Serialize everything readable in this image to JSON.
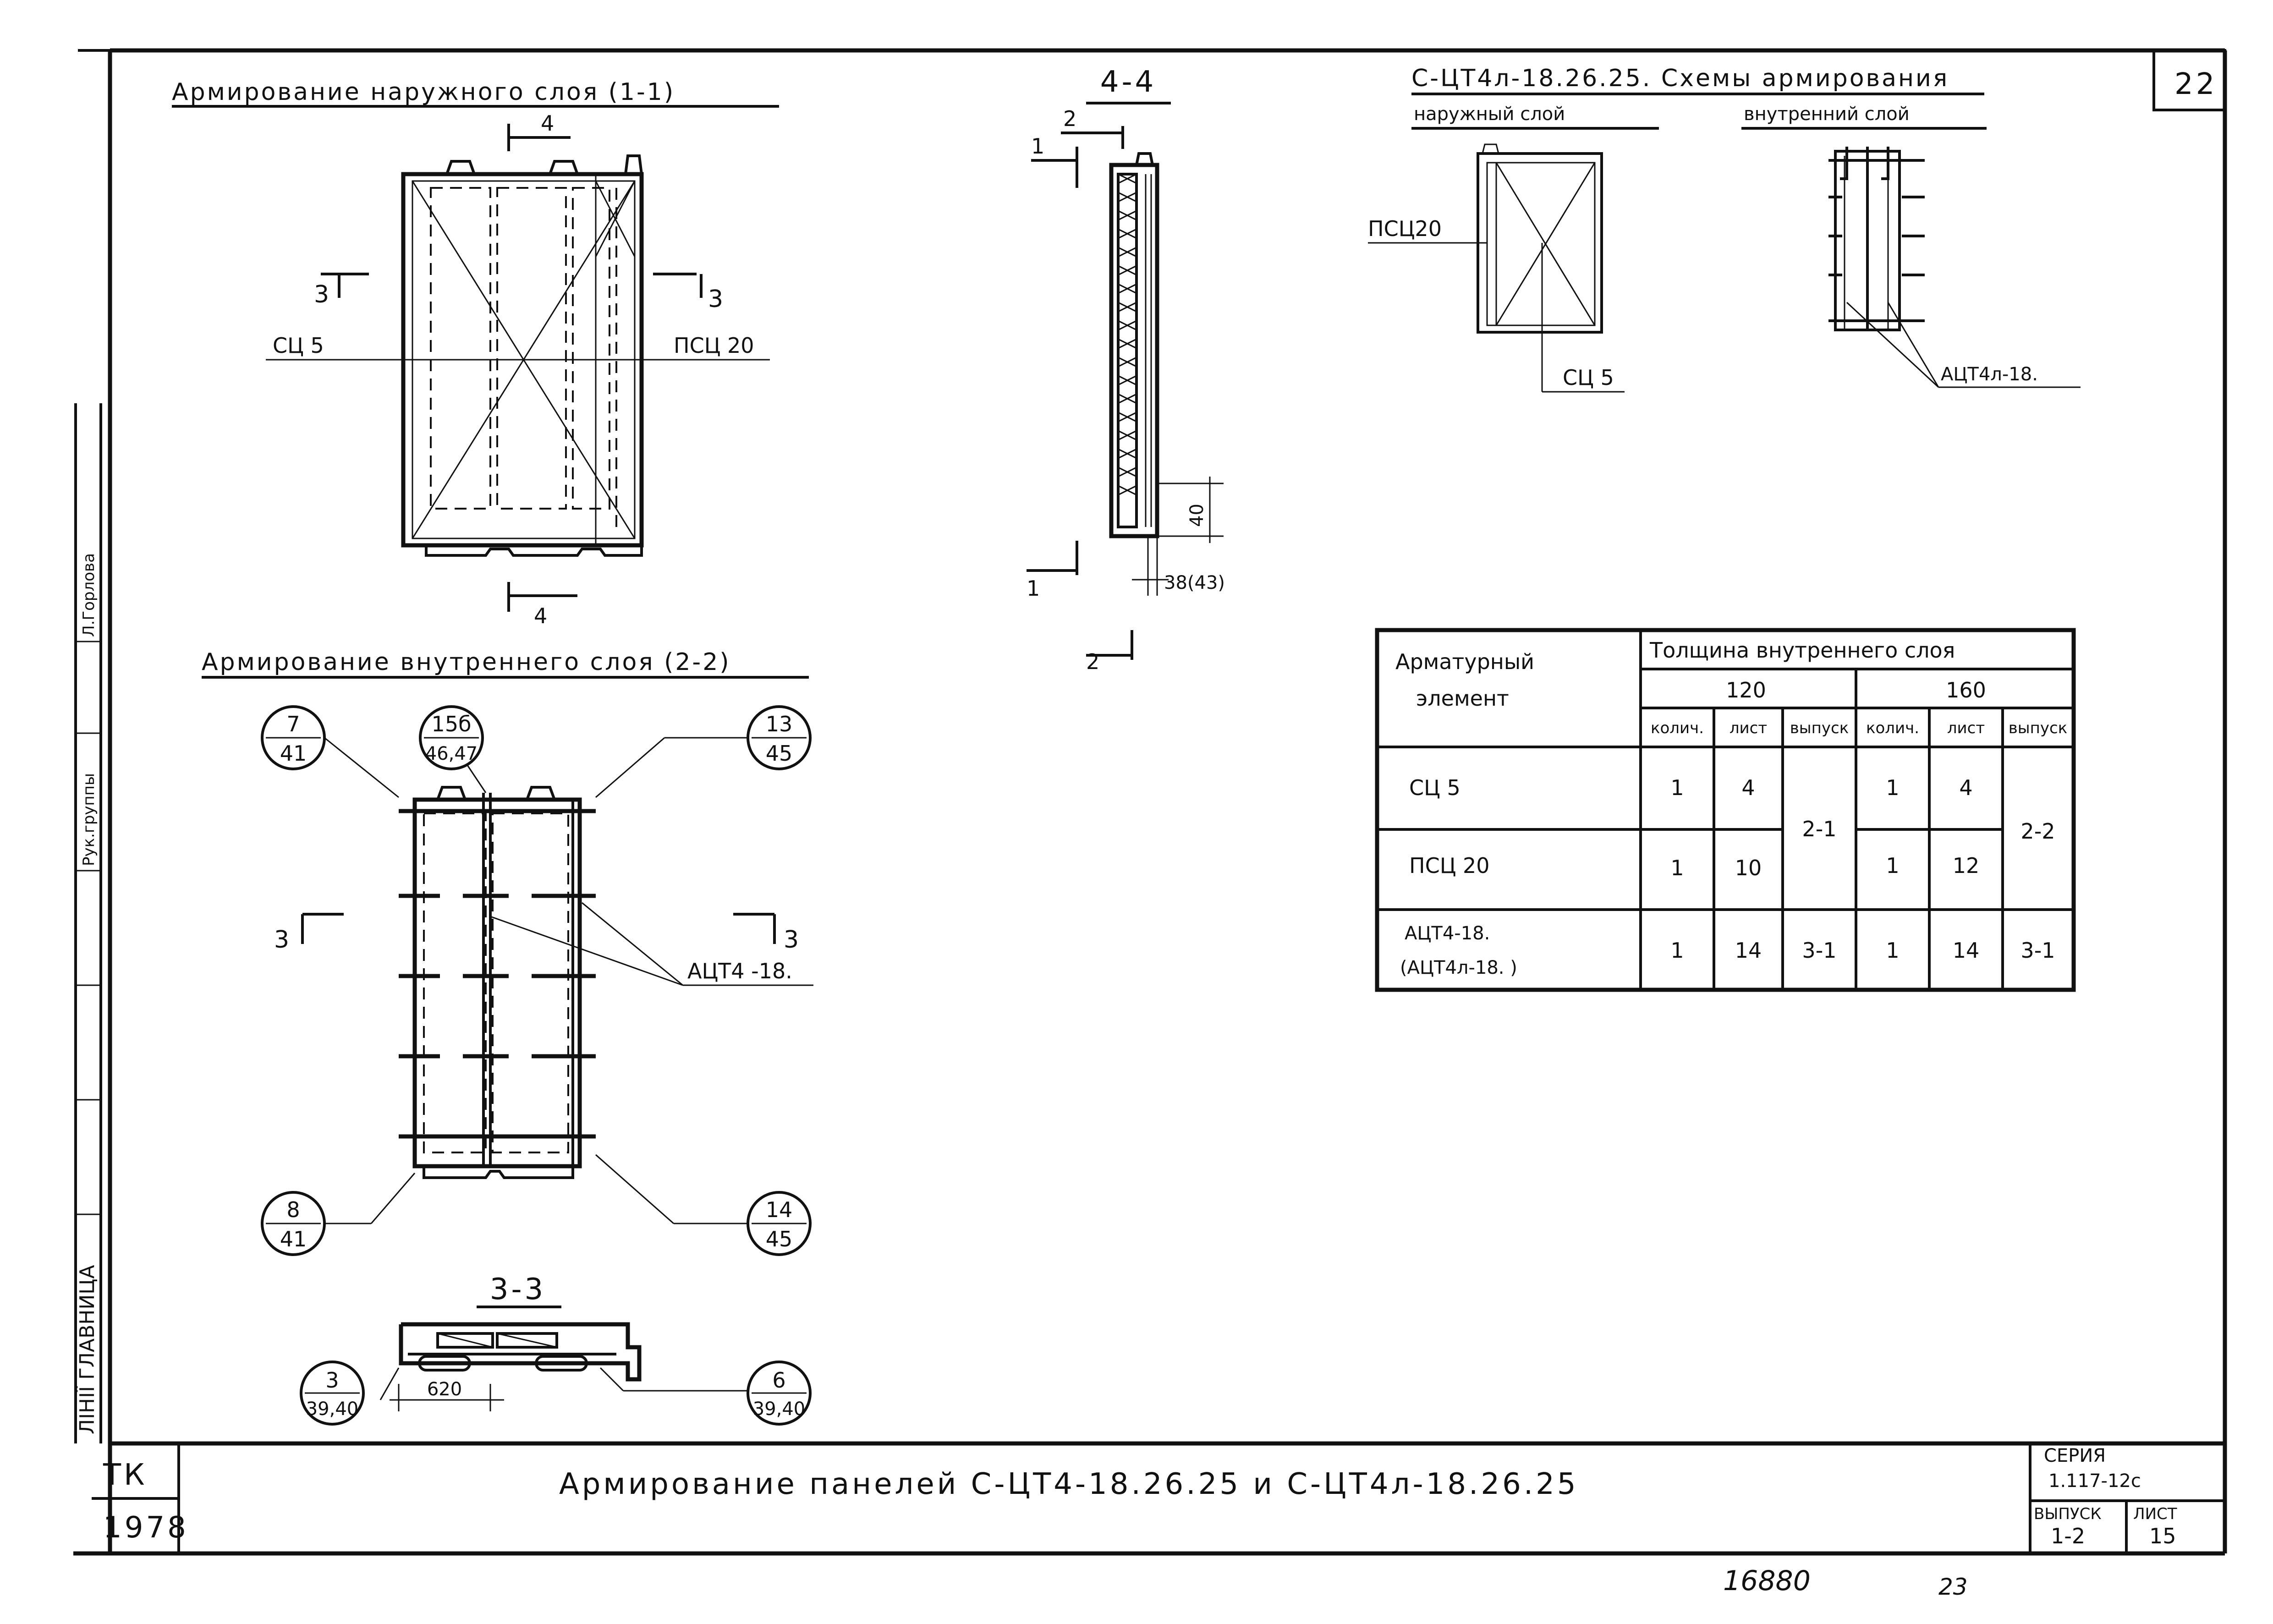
{
  "sheet": {
    "number_top": "22",
    "stamp_code": "ТК",
    "stamp_year": "1978",
    "main_title": "Армирование панелей  С-ЦТ4-18.26.25 и С-ЦТ4л-18.26.25",
    "series_label": "СЕРИЯ",
    "series_value": "1.117-12с",
    "issue_label": "ВЫПУСК",
    "issue_value": "1-2",
    "sheet_label": "ЛИСТ",
    "sheet_value": "15",
    "handwritten_number": "16880",
    "handwritten_small": "23",
    "side_name": "Л.Горлова",
    "side_role": "Рук.группы"
  },
  "view_outer": {
    "title": "Армирование наружного слоя (1-1)",
    "left_label": "СЦ 5",
    "right_label": "ПСЦ 20",
    "cut_top": "4",
    "cut_bottom": "4",
    "cut_left": "3",
    "cut_right": "3"
  },
  "view_inner": {
    "title": "Армирование внутреннего слоя (2-2)",
    "leader_label": "АЦТ4 -18.",
    "cut_left": "3",
    "cut_right": "3",
    "callouts": [
      {
        "id": "7-41",
        "top": "7",
        "bottom": "41"
      },
      {
        "id": "15б-46,47",
        "top": "15б",
        "bottom": "46,47"
      },
      {
        "id": "13-45",
        "top": "13",
        "bottom": "45"
      },
      {
        "id": "8-41",
        "top": "8",
        "bottom": "41"
      },
      {
        "id": "14-45",
        "top": "14",
        "bottom": "45"
      },
      {
        "id": "3-39,40",
        "top": "3",
        "bottom": "39,40"
      },
      {
        "id": "6-39,40",
        "top": "6",
        "bottom": "39,40"
      }
    ]
  },
  "section_44": {
    "title": "4-4",
    "mark_2_top": "2",
    "mark_1_top": "1",
    "mark_1_bottom": "1",
    "mark_2_bottom": "2",
    "dim_40": "40",
    "dim_38": "38(43)"
  },
  "section_33": {
    "title": "3-3",
    "dim_620": "620"
  },
  "schemes": {
    "title": "С-ЦТ4л-18.26.25. Схемы армирования",
    "outer_sub": "наружный  слой",
    "inner_sub": "внутренний  слой",
    "label_psc": "ПСЦ20",
    "label_sc": "СЦ 5",
    "label_act": "АЦТ4л-18."
  },
  "table": {
    "header_element": [
      "Арматурный",
      "элемент"
    ],
    "header_thickness": "Толщина внутреннего слоя",
    "thickness_values": [
      "120",
      "160"
    ],
    "sub_headers": [
      "колич.",
      "лист",
      "выпуск",
      "колич.",
      "лист",
      "выпуск"
    ],
    "rows": [
      {
        "element": "СЦ 5",
        "q1": "1",
        "l1": "4",
        "q2": "1",
        "l2": "4"
      },
      {
        "element": "ПСЦ 20",
        "q1": "1",
        "l1": "10",
        "q2": "1",
        "l2": "12"
      },
      {
        "element": "АЦТ4-18.",
        "element2": "(АЦТ4л-18.   )",
        "q1": "1",
        "l1": "14",
        "v1": "3-1",
        "q2": "1",
        "l2": "14",
        "v2": "3-1"
      }
    ],
    "merged_issue_1": "2-1",
    "merged_issue_2": "2-2"
  }
}
